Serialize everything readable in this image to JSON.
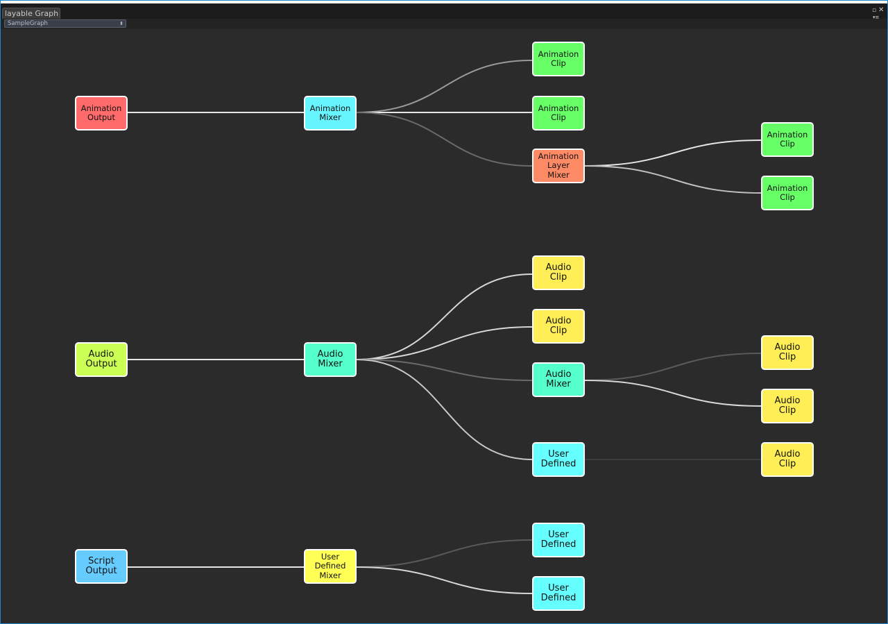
{
  "window": {
    "tab_title": "layable Graph",
    "graph_selector": "SampleGraph"
  },
  "colors": {
    "animation_output": "#ff6b6b",
    "animation_mixer": "#66f4ff",
    "animation_clip": "#66ff66",
    "animation_layer_mixer": "#ff8a66",
    "audio_output": "#ccff55",
    "audio_mixer": "#55ffcc",
    "audio_clip": "#ffee55",
    "user_defined": "#66ffff",
    "script_output": "#66ccff",
    "user_defined_mixer": "#ffff55"
  },
  "nodes": {
    "anim_output": "Animation\nOutput",
    "anim_mixer": "Animation\nMixer",
    "anim_clip_1": "Animation\nClip",
    "anim_clip_2": "Animation\nClip",
    "anim_layer_mixer": "Animation\nLayer\nMixer",
    "anim_clip_3": "Animation\nClip",
    "anim_clip_4": "Animation\nClip",
    "audio_output": "Audio\nOutput",
    "audio_mixer": "Audio\nMixer",
    "audio_clip_1": "Audio\nClip",
    "audio_clip_2": "Audio\nClip",
    "audio_mixer_2": "Audio\nMixer",
    "user_defined_1": "User\nDefined",
    "audio_clip_3": "Audio\nClip",
    "audio_clip_4": "Audio\nClip",
    "audio_clip_5": "Audio\nClip",
    "script_output": "Script\nOutput",
    "user_defined_mixer": "User\nDefined\nMixer",
    "user_defined_2": "User\nDefined",
    "user_defined_3": "User\nDefined"
  }
}
